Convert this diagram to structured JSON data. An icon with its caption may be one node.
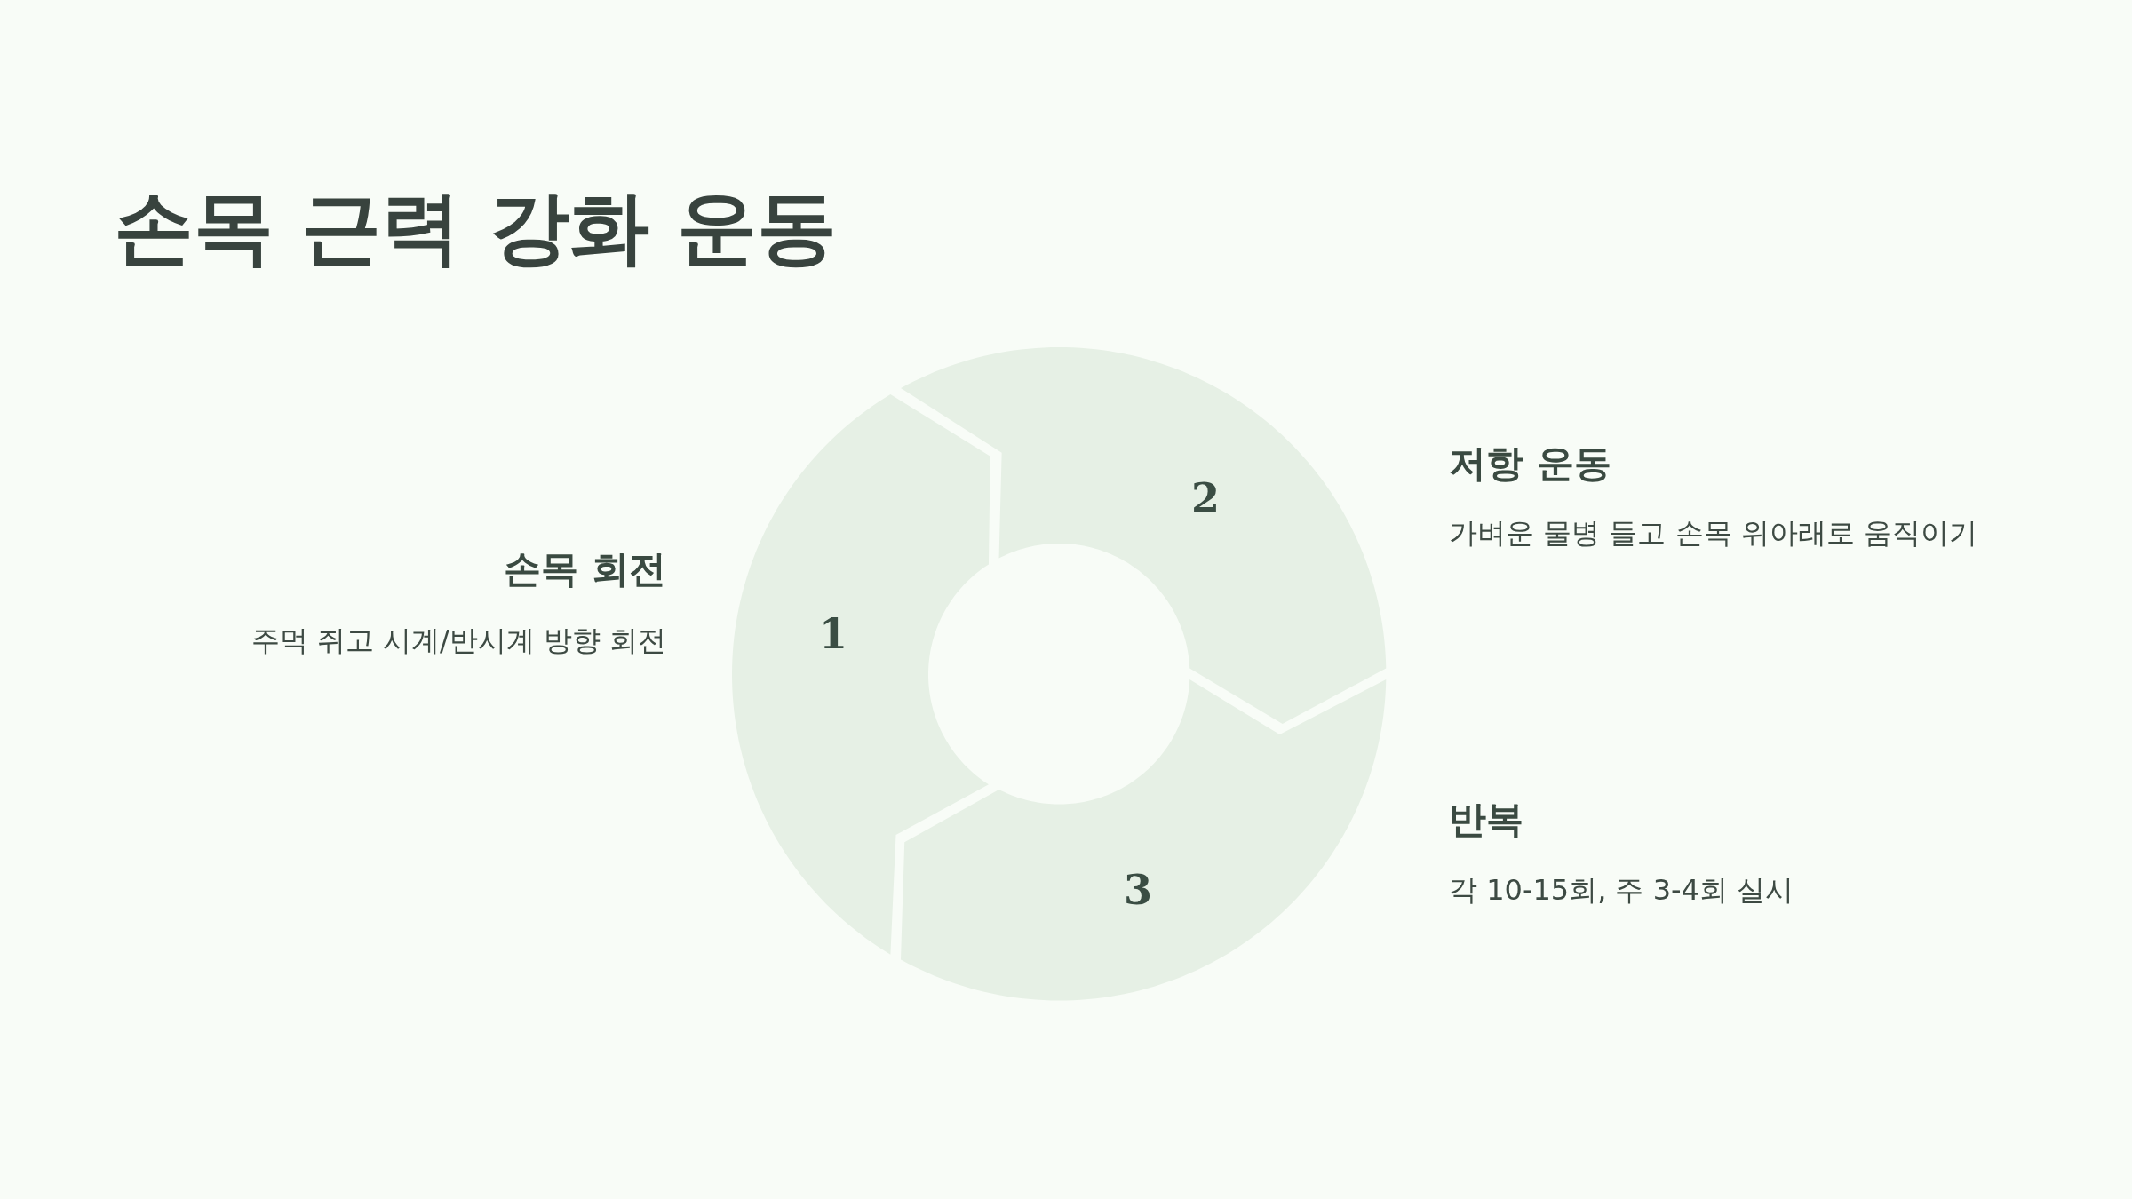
{
  "diagram": {
    "title": "손목 근력 강화 운동",
    "nodes": [
      {
        "text": [
          "1"
        ],
        "beside": [
          "손목 회전",
          "주먹 쥐고 시계/반시계 방향 회전"
        ]
      },
      {
        "text": [
          "2"
        ],
        "beside": [
          "저항 운동",
          "가벼운 물병 들고 손목 위아래로 움직이기"
        ]
      },
      {
        "text": [
          "3"
        ],
        "beside": [
          "반복",
          "각 10-15회, 주 3-4회 실시"
        ]
      }
    ]
  }
}
